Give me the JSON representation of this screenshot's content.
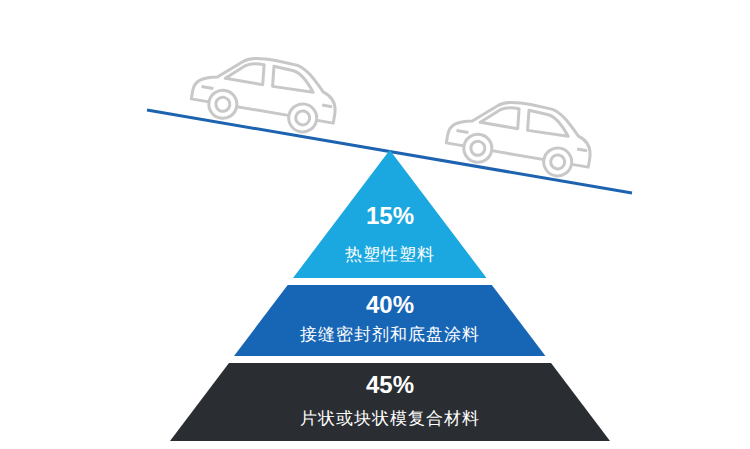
{
  "diagram": {
    "nodes": [
      {
        "text": [
          "15%",
          "热塑性塑料"
        ]
      },
      {
        "text": [
          "40%",
          "接缝密封剂和底盘涂料"
        ]
      },
      {
        "text": [
          "45%",
          "片状或块状模复合材料"
        ]
      }
    ]
  }
}
